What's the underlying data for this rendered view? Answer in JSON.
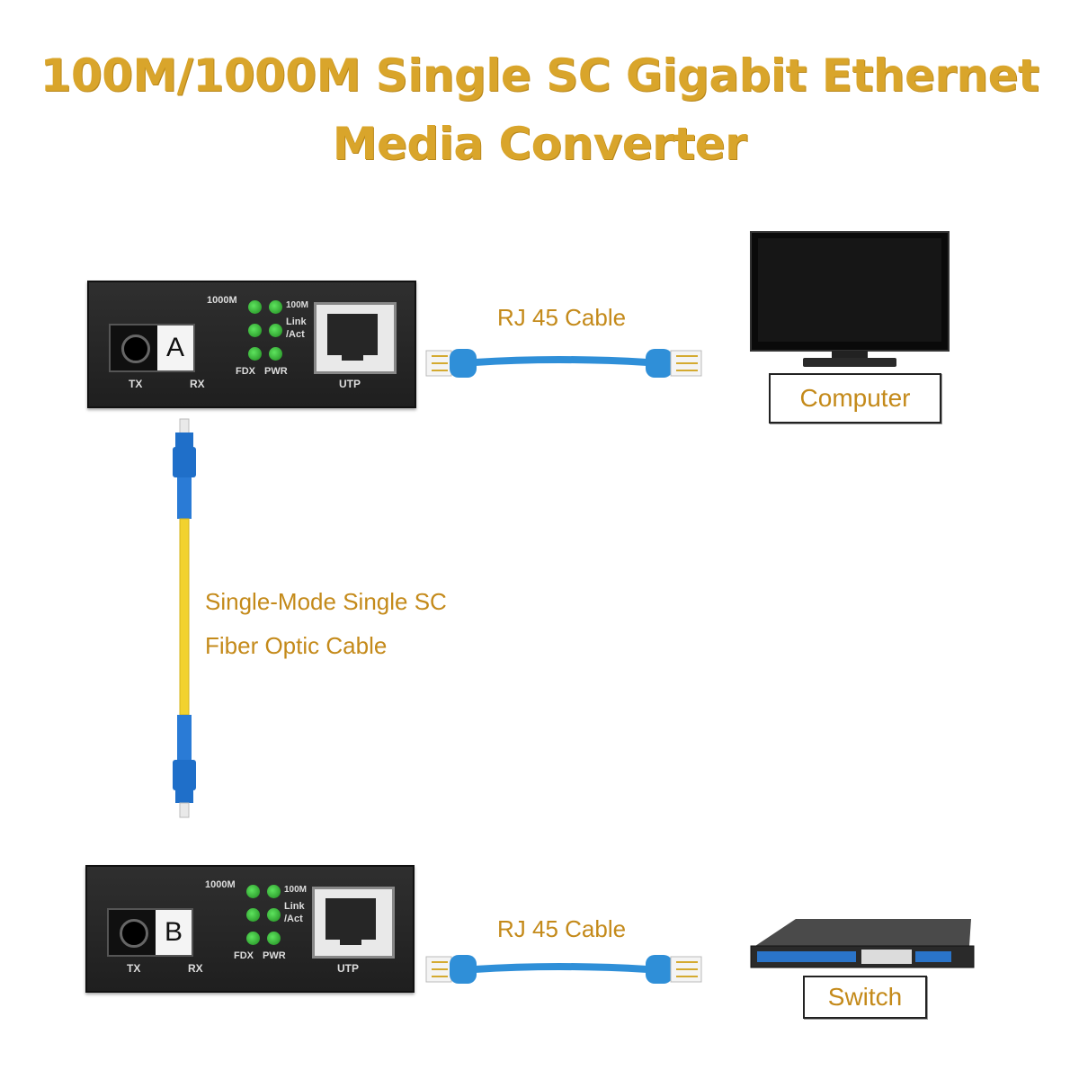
{
  "title": {
    "line1": "100M/1000M Single SC Gigabit Ethernet",
    "line2": "Media Converter"
  },
  "device_a": {
    "sc_label": "A",
    "tx": "TX",
    "rx": "RX",
    "led_1000m": "1000M",
    "led_100m": "100M",
    "led_link": "Link",
    "led_act": "/Act",
    "led_fdx": "FDX",
    "led_pwr": "PWR",
    "utp": "UTP"
  },
  "device_b": {
    "sc_label": "B",
    "tx": "TX",
    "rx": "RX",
    "led_1000m": "1000M",
    "led_100m": "100M",
    "led_link": "Link",
    "led_act": "/Act",
    "led_fdx": "FDX",
    "led_pwr": "PWR",
    "utp": "UTP"
  },
  "cables": {
    "rj45_top": "RJ 45 Cable",
    "rj45_bottom": "RJ 45 Cable",
    "fiber_line1": "Single-Mode Single SC",
    "fiber_line2": "Fiber Optic Cable"
  },
  "endpoints": {
    "computer": "Computer",
    "switch": "Switch"
  },
  "colors": {
    "title": "#d9a52b",
    "label": "#c48a1a",
    "rj45_cable": "#2f8fd8",
    "fiber_jacket": "#f2d22e",
    "fiber_connector": "#1f6fc9"
  }
}
